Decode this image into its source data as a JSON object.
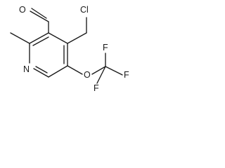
{
  "molecule": {
    "atoms": {
      "oxygen_aldehyde": "O",
      "chlorine": "Cl",
      "nitrogen": "N",
      "oxygen_ether": "O",
      "fluorine_top": "F",
      "fluorine_left": "F",
      "fluorine_right": "F"
    }
  }
}
